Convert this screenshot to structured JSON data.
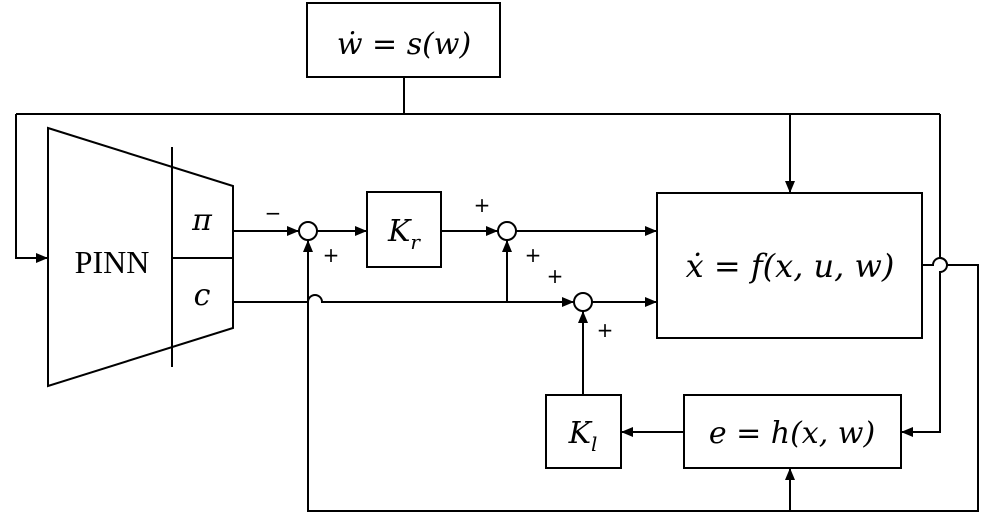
{
  "blocks": {
    "exosystem": "ẇ = s(w)",
    "pinn": "PINN",
    "pinn_pi": "π",
    "pinn_c": "c",
    "kr_base": "K",
    "kr_sub": "r",
    "plant": "ẋ = f(x, u, w)",
    "output": "e = h(x, w)",
    "kl_base": "K",
    "kl_sub": "l"
  },
  "signs": {
    "sum1_top": "−",
    "sum1_bottom": "+",
    "sum2_top": "+",
    "sum2_bottom": "+",
    "sum3_top": "+",
    "sum3_bottom": "+"
  }
}
